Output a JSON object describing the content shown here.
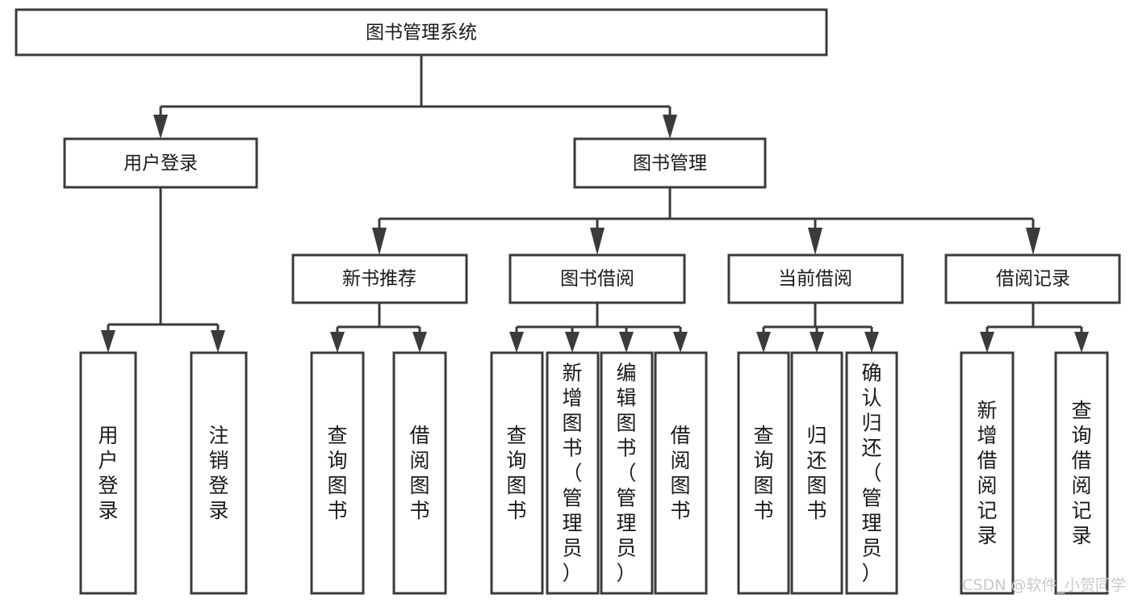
{
  "diagram": {
    "title": "图书管理系统",
    "type": "tree-hierarchy-diagram",
    "colors": {
      "stroke": "#3b3b3b",
      "fill": "#ffffff",
      "text": "#1a1a1a",
      "watermark": "#c9c9c9",
      "background": "#ffffff"
    },
    "root": {
      "label": "图书管理系统"
    },
    "level1": [
      {
        "label": "用户登录"
      },
      {
        "label": "图书管理"
      }
    ],
    "level2": [
      {
        "label": "新书推荐"
      },
      {
        "label": "图书借阅"
      },
      {
        "label": "当前借阅"
      },
      {
        "label": "借阅记录"
      }
    ],
    "leaves": {
      "user_login": [
        {
          "label": "用户登录"
        },
        {
          "label": "注销登录"
        }
      ],
      "new_book_recommend": [
        {
          "label": "查询图书"
        },
        {
          "label": "借阅图书"
        }
      ],
      "book_borrow": [
        {
          "label": "查询图书"
        },
        {
          "label": "新增图书（管理员）"
        },
        {
          "label": "编辑图书（管理员）"
        },
        {
          "label": "借阅图书"
        }
      ],
      "current_borrow": [
        {
          "label": "查询图书"
        },
        {
          "label": "归还图书"
        },
        {
          "label": "确认归还（管理员）"
        }
      ],
      "borrow_record": [
        {
          "label": "新增借阅记录"
        },
        {
          "label": "查询借阅记录"
        }
      ]
    },
    "watermark": "CSDN @软件_小贺同学"
  },
  "chart_data": {
    "type": "table",
    "title": "图书管理系统 功能结构",
    "nodes": [
      {
        "id": "root",
        "label": "图书管理系统",
        "level": 0,
        "parent": null
      },
      {
        "id": "n1",
        "label": "用户登录",
        "level": 1,
        "parent": "root"
      },
      {
        "id": "n2",
        "label": "图书管理",
        "level": 1,
        "parent": "root"
      },
      {
        "id": "n1a",
        "label": "用户登录",
        "level": 2,
        "parent": "n1"
      },
      {
        "id": "n1b",
        "label": "注销登录",
        "level": 2,
        "parent": "n1"
      },
      {
        "id": "n2a",
        "label": "新书推荐",
        "level": 2,
        "parent": "n2"
      },
      {
        "id": "n2b",
        "label": "图书借阅",
        "level": 2,
        "parent": "n2"
      },
      {
        "id": "n2c",
        "label": "当前借阅",
        "level": 2,
        "parent": "n2"
      },
      {
        "id": "n2d",
        "label": "借阅记录",
        "level": 2,
        "parent": "n2"
      },
      {
        "id": "n2a1",
        "label": "查询图书",
        "level": 3,
        "parent": "n2a"
      },
      {
        "id": "n2a2",
        "label": "借阅图书",
        "level": 3,
        "parent": "n2a"
      },
      {
        "id": "n2b1",
        "label": "查询图书",
        "level": 3,
        "parent": "n2b"
      },
      {
        "id": "n2b2",
        "label": "新增图书（管理员）",
        "level": 3,
        "parent": "n2b"
      },
      {
        "id": "n2b3",
        "label": "编辑图书（管理员）",
        "level": 3,
        "parent": "n2b"
      },
      {
        "id": "n2b4",
        "label": "借阅图书",
        "level": 3,
        "parent": "n2b"
      },
      {
        "id": "n2c1",
        "label": "查询图书",
        "level": 3,
        "parent": "n2c"
      },
      {
        "id": "n2c2",
        "label": "归还图书",
        "level": 3,
        "parent": "n2c"
      },
      {
        "id": "n2c3",
        "label": "确认归还（管理员）",
        "level": 3,
        "parent": "n2c"
      },
      {
        "id": "n2d1",
        "label": "新增借阅记录",
        "level": 3,
        "parent": "n2d"
      },
      {
        "id": "n2d2",
        "label": "查询借阅记录",
        "level": 3,
        "parent": "n2d"
      }
    ]
  }
}
